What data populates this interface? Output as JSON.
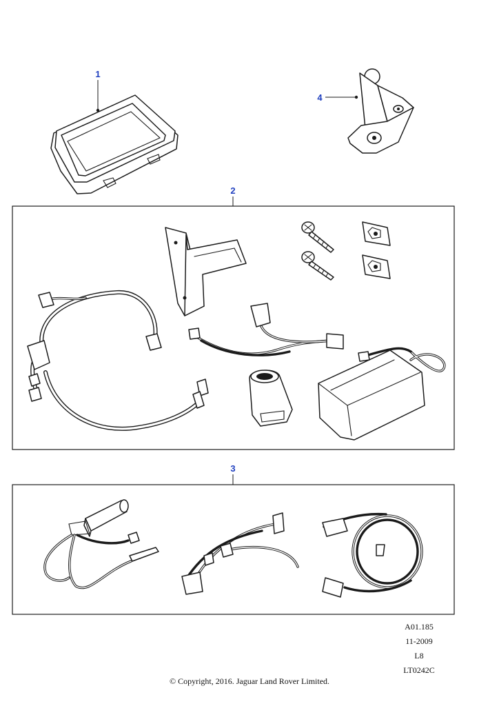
{
  "callouts": {
    "c1": "1",
    "c2": "2",
    "c3": "3",
    "c4": "4"
  },
  "meta": {
    "ref": "A01.185",
    "date": "11-2009",
    "level": "L8",
    "code": "LT0242C"
  },
  "copyright": "© Copyright, 2016. Jaguar Land Rover Limited.",
  "colors": {
    "callout": "#1f3fbf",
    "line": "#1a1a1a"
  }
}
